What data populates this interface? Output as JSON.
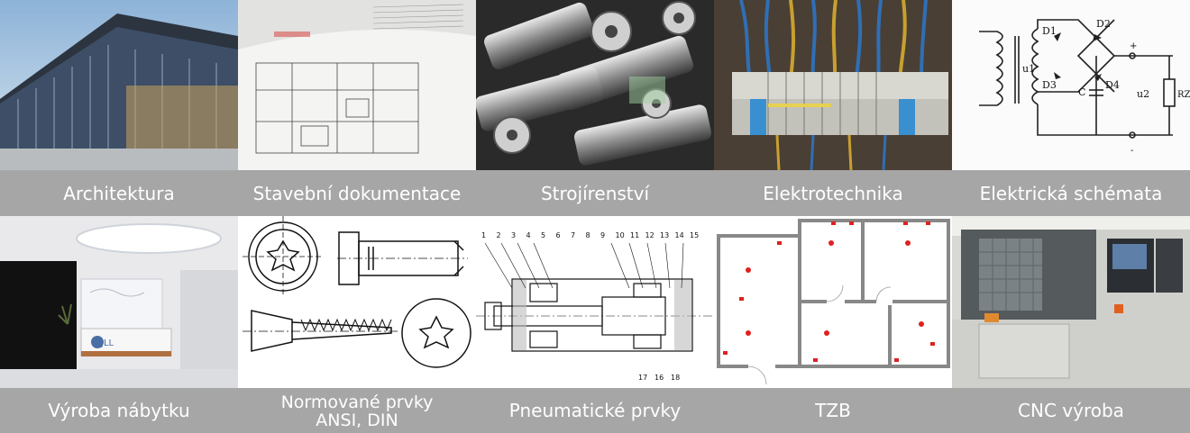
{
  "tiles": [
    {
      "id": "architektura",
      "label": "Architektura"
    },
    {
      "id": "stavebni-dokumentace",
      "label": "Stavební dokumentace"
    },
    {
      "id": "strojirenstvi",
      "label": "Strojírenství"
    },
    {
      "id": "elektrotechnika",
      "label": "Elektrotechnika"
    },
    {
      "id": "elektricka-schemata",
      "label": "Elektrická schémata"
    },
    {
      "id": "vyroba-nabytku",
      "label": "Výroba nábytku"
    },
    {
      "id": "normovane-prvky",
      "label_line1": "Normované prvky",
      "label_line2": "ANSI, DIN"
    },
    {
      "id": "pneumaticke-prvky",
      "label": "Pneumatické prvky"
    },
    {
      "id": "tzb",
      "label": "TZB"
    },
    {
      "id": "cnc-vyroba",
      "label": "CNC výroba"
    }
  ],
  "images": {
    "schematic_labels": [
      "D1",
      "D2",
      "D3",
      "D4",
      "u1",
      "u2",
      "C",
      "RZ",
      "+",
      "-"
    ],
    "furniture_logo": "JLL",
    "pneumatic_numbers": [
      "1",
      "2",
      "3",
      "4",
      "5",
      "6",
      "7",
      "8",
      "9",
      "10",
      "11",
      "12",
      "13",
      "14",
      "15",
      "17",
      "16",
      "18"
    ]
  }
}
